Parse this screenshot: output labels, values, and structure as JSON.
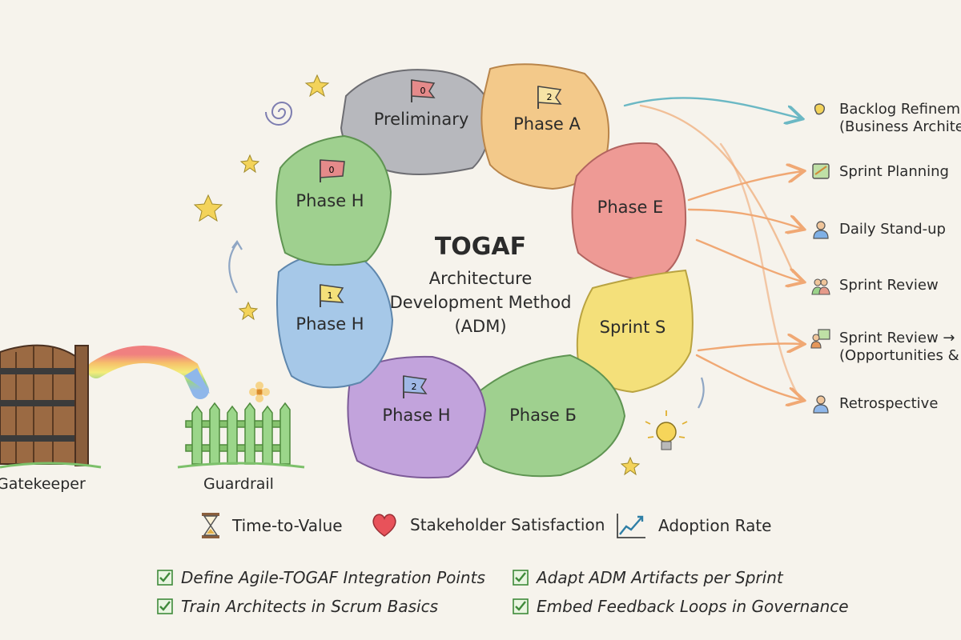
{
  "diagram": {
    "center": {
      "title": "TOGAF",
      "line1": "Architecture",
      "line2": "Development Method",
      "line3": "(ADM)"
    },
    "stones": [
      {
        "label": "Preliminary",
        "color": "#b7b8bd"
      },
      {
        "label": "Phase A",
        "color": "#f3c98a"
      },
      {
        "label": "Phase E",
        "color": "#ee9a95"
      },
      {
        "label": "Sprint S",
        "color": "#f4e07a"
      },
      {
        "label": "Phase Б",
        "color": "#9fd08f"
      },
      {
        "label": "Phase H",
        "color": "#c2a3dc"
      },
      {
        "label": "Phase H",
        "color": "#a6c8e8"
      },
      {
        "label": "Phase H",
        "color": "#9fd08f"
      }
    ],
    "events": [
      {
        "line1": "Backlog Refinement",
        "line2": "(Business Architectu"
      },
      {
        "line1": "Sprint Planning"
      },
      {
        "line1": "Daily Stand-up"
      },
      {
        "line1": "Sprint Review"
      },
      {
        "line1": "Sprint Review → P",
        "line2": "(Opportunities & S"
      },
      {
        "line1": "Retrospective"
      }
    ],
    "gatekeeper": "Gatekeeper",
    "guardrail": "Guardrail",
    "metrics": [
      {
        "label": "Time-to-Value",
        "icon": "hourglass-icon"
      },
      {
        "label": "Stakeholder Satisfaction",
        "icon": "heart-icon"
      },
      {
        "label": "Adoption Rate",
        "icon": "trend-chart-icon"
      }
    ],
    "actions": [
      "Define Agile-TOGAF Integration Points",
      "Adapt ADM Artifacts per Sprint",
      "Train Architects in Scrum Basics",
      "Embed Feedback Loops in Governance"
    ],
    "flag_marks": [
      "0",
      "2",
      "0",
      "1",
      "2"
    ]
  }
}
